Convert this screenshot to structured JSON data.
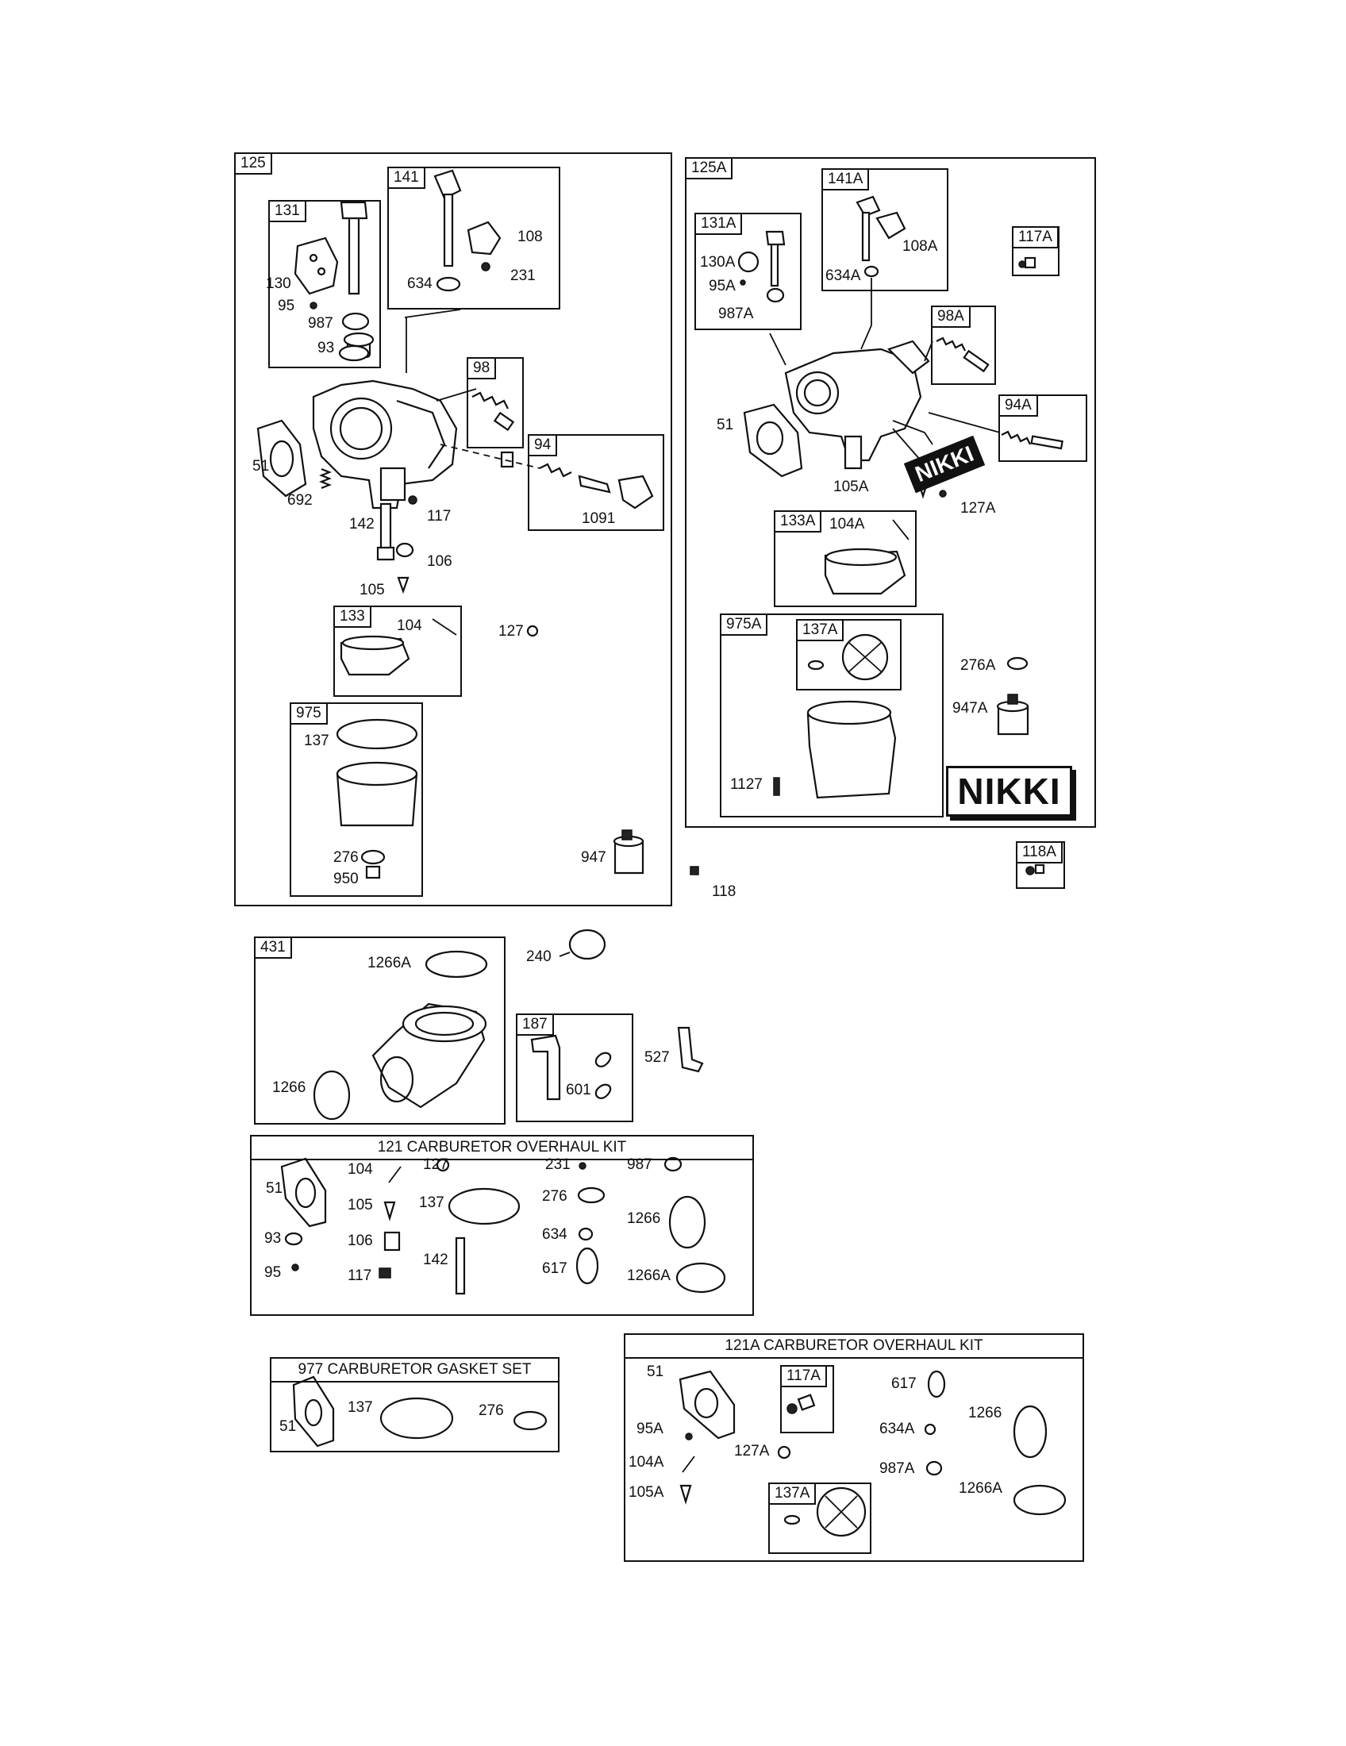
{
  "groups": {
    "g125": "125",
    "g131": "131",
    "g141": "141",
    "g98": "98",
    "g94": "94",
    "g133": "133",
    "g975": "975",
    "g125A": "125A",
    "g131A": "131A",
    "g141A": "141A",
    "g117A": "117A",
    "g98A": "98A",
    "g94A": "94A",
    "g133A": "133A",
    "g975A": "975A",
    "g137A": "137A",
    "g118A": "118A",
    "g431": "431",
    "g187": "187",
    "k117A": "117A",
    "k137A": "137A"
  },
  "brand": {
    "nikki_large": "NIKKI",
    "nikki_tilted": "NIKKI"
  },
  "labels": {
    "l130": "130",
    "l95": "95",
    "l987": "987",
    "l93": "93",
    "l108": "108",
    "l231": "231",
    "l634": "634",
    "l51": "51",
    "l692": "692",
    "l142": "142",
    "l117": "117",
    "l106": "106",
    "l105": "105",
    "l1091": "1091",
    "l104": "104",
    "l127": "127",
    "l137": "137",
    "l276": "276",
    "l950": "950",
    "l947": "947",
    "l118": "118",
    "l130A": "130A",
    "l95A": "95A",
    "l987A": "987A",
    "l108A": "108A",
    "l634A": "634A",
    "l51A": "51",
    "l105A": "105A",
    "l127A": "127A",
    "l104A": "104A",
    "l276A": "276A",
    "l947A": "947A",
    "l1127": "1127",
    "l1266A": "1266A",
    "l1266": "1266",
    "l240": "240",
    "l601": "601",
    "l527": "527"
  },
  "kits": {
    "k121": {
      "title": "121 CARBURETOR OVERHAUL KIT",
      "p51": "51",
      "p93": "93",
      "p95": "95",
      "p104": "104",
      "p105": "105",
      "p106": "106",
      "p117": "117",
      "p127": "127",
      "p137": "137",
      "p142": "142",
      "p231": "231",
      "p276": "276",
      "p634": "634",
      "p617": "617",
      "p987": "987",
      "p1266": "1266",
      "p1266A": "1266A"
    },
    "k977": {
      "title": "977 CARBURETOR GASKET SET",
      "p51": "51",
      "p137": "137",
      "p276": "276"
    },
    "k121A": {
      "title": "121A CARBURETOR OVERHAUL KIT",
      "p51": "51",
      "p95A": "95A",
      "p104A": "104A",
      "p105A": "105A",
      "p127A": "127A",
      "p617": "617",
      "p634A": "634A",
      "p987A": "987A",
      "p1266": "1266",
      "p1266A": "1266A"
    }
  }
}
